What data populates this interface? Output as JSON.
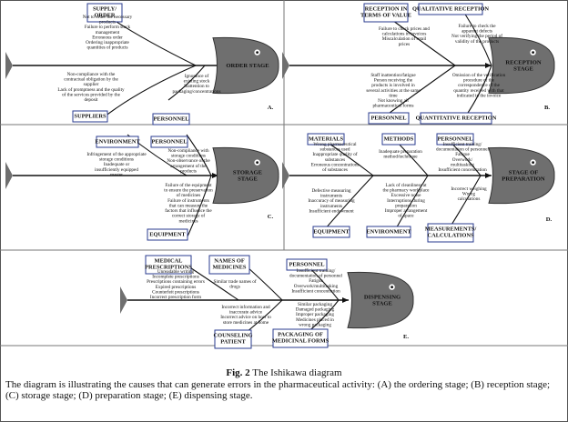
{
  "figure": {
    "label": "Fig. 2",
    "title": "The Ishikawa diagram",
    "description": "The diagram is illustrating the causes that can generate errors in the pharmaceutical activity: (A) the ordering stage; (B) reception stage; (C) storage stage; (D) preparation stage; (E) dispensing stage."
  },
  "panels": {
    "A": {
      "letter": "A.",
      "head": [
        "ORDER STAGE"
      ],
      "boxes": {
        "top_left": [
          "SUPPLY/",
          "ORDER"
        ],
        "bottom_left": [
          "SUPPLIERS"
        ],
        "bottom_right": [
          "PERSONNEL"
        ]
      },
      "causes": {
        "top_left": [
          "Not to order the necessary",
          "products",
          "Failure to perform stock",
          "management",
          "Erroneous order",
          "Ordering inappropriate",
          "quantities of products"
        ],
        "bottom_left": [
          "Non-compliance with the",
          "contractual obligation by the",
          "supplier",
          "Lack of promptness and the quality",
          "of the services provided by the",
          "deposit"
        ],
        "bottom_right": [
          "Ignorance of",
          "existing stock",
          "Inattention to",
          "packaging/concentrations"
        ]
      }
    },
    "B": {
      "letter": "B.",
      "head": [
        "RECEPTION",
        "STAGE"
      ],
      "boxes": {
        "top_left": [
          "RECEPTION IN",
          "TERMS OF VALUE"
        ],
        "top_right": [
          "QUALITATIVE RECEPTION"
        ],
        "bottom_left": [
          "PERSONNEL"
        ],
        "bottom_right": [
          "QUANTITATIVE RECEPTION"
        ]
      },
      "causes": {
        "top_left": [
          "Failure to check prices and",
          "calculations in invoices",
          "Miscalculation of retail",
          "prices"
        ],
        "top_right": [
          "Failure to check the",
          "apparent defects",
          "Not verifying the period of",
          "validity of the products"
        ],
        "bottom_left": [
          "Staff inattention/fatigue",
          "Person receiving the",
          "products is involved in",
          "several activities at the same",
          "time",
          "Not knowing all",
          "pharmaceutical forms"
        ],
        "bottom_right": [
          "Omission of the verification",
          "procedure of the",
          "correspondence of the",
          "quantity received with that",
          "indicated in the invoice"
        ]
      }
    },
    "C": {
      "letter": "C.",
      "head": [
        "STORAGE",
        "STAGE"
      ],
      "boxes": {
        "top_left": [
          "ENVIRONMENT"
        ],
        "top_right": [
          "PERSONNEL"
        ],
        "bottom_right": [
          "EQUIPMENT"
        ]
      },
      "causes": {
        "top_left": [
          "Infringement of the appropriate",
          "storage conditions",
          "Inadequate or",
          "insufficiently equipped",
          "master"
        ],
        "top_right": [
          "Non-compliance with",
          "storage conditions",
          "Non-observance of the",
          "arrangement of the",
          "products"
        ],
        "bottom_right": [
          "Failure of the equipment",
          "to ensure the preservation",
          "of medicines",
          "Failure of instruments",
          "that can measure the",
          "factors that influence the",
          "correct storage of",
          "medicines"
        ]
      }
    },
    "D": {
      "letter": "D.",
      "head": [
        "STAGE OF",
        "PREPARATION"
      ],
      "boxes": {
        "top_left": [
          "MATERIALS"
        ],
        "top_mid": [
          "METHODS"
        ],
        "top_right": [
          "PERSONNEL"
        ],
        "bottom_left": [
          "EQUIPMENT"
        ],
        "bottom_mid": [
          "ENVIRONMENT"
        ],
        "bottom_right": [
          "MEASUREMENTS/",
          "CALCULATIONS"
        ]
      },
      "causes": {
        "top_left": [
          "Wrong pharmaceutical",
          "substances used",
          "Inappropriate quality of",
          "substances",
          "Erroneous concentrations",
          "of substances"
        ],
        "top_mid": [
          "Inadequate preparation",
          "method/technique"
        ],
        "top_right": [
          "Insufficient training/",
          "documentation of personnel",
          "Fatigue",
          "Overwork/",
          "multitasking",
          "Insufficient concentration"
        ],
        "bottom_left": [
          "Defective measuring",
          "instruments",
          "Inaccuracy of measuring",
          "instruments",
          "Insufficient endowment"
        ],
        "bottom_mid": [
          "Lack of cleanliness at",
          "the pharmacy workplace",
          "Excessive noise",
          "Interruptions during",
          "preparation",
          "Improper arrangement",
          "of space"
        ],
        "bottom_right": [
          "Incorrect weighing",
          "Wrong",
          "calculations"
        ]
      }
    },
    "E": {
      "letter": "E.",
      "head": [
        "DISPENSING",
        "STAGE"
      ],
      "boxes": {
        "top_left": [
          "MEDICAL",
          "PRESCRIPTIONS"
        ],
        "top_mid": [
          "NAMES OF",
          "MEDICINES"
        ],
        "top_right": [
          "PERSONNEL"
        ],
        "bottom_mid": [
          "COUNSELING",
          "PATIENT"
        ],
        "bottom_right": [
          "PACKAGING OF",
          "MEDICINAL FORMS"
        ]
      },
      "causes": {
        "top_left": [
          "Unreadable writing",
          "Incomplete prescriptions",
          "Prescriptions containing errors",
          "Expired prescriptions",
          "Counterfeit prescriptions",
          "Incorrect prescription form"
        ],
        "top_mid": [
          "Similar trade names of",
          "drugs"
        ],
        "top_right": [
          "Insufficient training/",
          "documentation of personnel",
          "Fatigue",
          "Overwork/multitasking",
          "Insufficient concentration"
        ],
        "bottom_mid": [
          "Incorrect information and",
          "inaccurate advice",
          "Incorrect advice on how to",
          "store medicines at home"
        ],
        "bottom_right": [
          "Similar packaging",
          "Damaged packaging",
          "Improper packaging",
          "Medicines placed in",
          "wrong packaging"
        ]
      }
    }
  }
}
